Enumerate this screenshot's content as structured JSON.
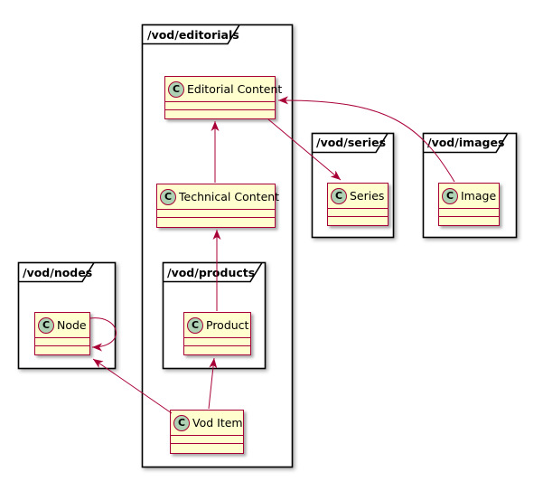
{
  "diagram": {
    "type": "uml-class-diagram",
    "class_icon_letter": "C",
    "colors": {
      "class_fill": "#FEFECE",
      "class_border": "#A80036",
      "circle_fill": "#ADD1B2",
      "package_border": "#000000",
      "arrow": "#A80036",
      "background": "#FFFFFF",
      "text": "#000000"
    },
    "packages": [
      {
        "label": "/vod/editorials"
      },
      {
        "label": "/vod/series"
      },
      {
        "label": "/vod/images"
      },
      {
        "label": "/vod/nodes"
      },
      {
        "label": "/vod/products"
      }
    ],
    "classes": [
      {
        "name": "Editorial Content",
        "package": "/vod/editorials"
      },
      {
        "name": "Technical Content",
        "package": "/vod/editorials"
      },
      {
        "name": "Series",
        "package": "/vod/series"
      },
      {
        "name": "Image",
        "package": "/vod/images"
      },
      {
        "name": "Node",
        "package": "/vod/nodes"
      },
      {
        "name": "Product",
        "package": "/vod/products"
      },
      {
        "name": "Vod Item",
        "package": "/vod/editorials"
      }
    ],
    "relationships": [
      {
        "from": "Technical Content",
        "to": "Editorial Content"
      },
      {
        "from": "Product",
        "to": "Technical Content"
      },
      {
        "from": "Vod Item",
        "to": "Product"
      },
      {
        "from": "Vod Item",
        "to": "Node"
      },
      {
        "from": "Node",
        "to": "Node"
      },
      {
        "from": "Editorial Content",
        "to": "Series"
      },
      {
        "from": "Image",
        "to": "Editorial Content"
      }
    ]
  }
}
